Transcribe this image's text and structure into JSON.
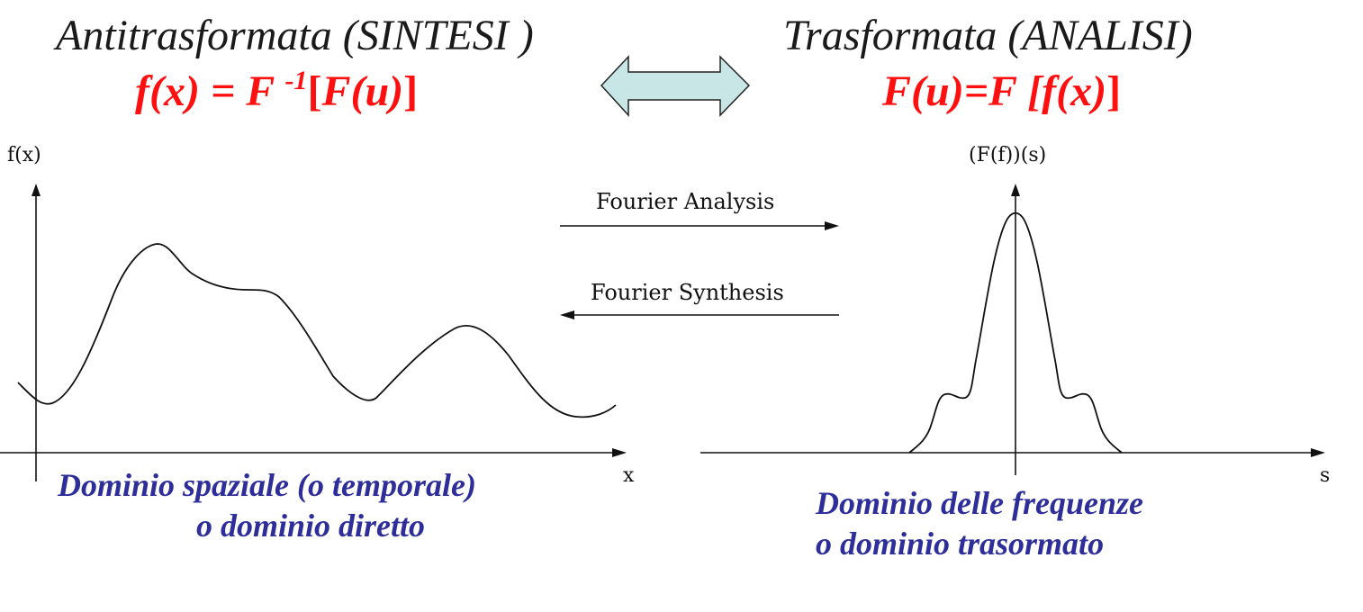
{
  "titles": {
    "left": "Antitrasformata (SINTESI )",
    "right": "Trasformata (ANALISI)"
  },
  "formulas": {
    "left_a": "f(x) = F ",
    "left_sup": "-1",
    "left_b": "[",
    "left_c": "F(u)",
    "left_d": "]",
    "right_a": "F(u)",
    "right_b": "=F [",
    "right_c": "f(x)",
    "right_d": "]"
  },
  "left_plot": {
    "y_label": "f(x)",
    "x_label": "x",
    "caption_line1": "Dominio spaziale (o temporale)",
    "caption_line2": "o dominio diretto"
  },
  "right_plot": {
    "y_label": "(F(f))(s)",
    "x_label": "s",
    "caption_line1": "Dominio delle frequenze",
    "caption_line2": "o dominio trasormato"
  },
  "arrows": {
    "analysis_label": "Fourier Analysis",
    "synthesis_label": "Fourier Synthesis"
  },
  "colors": {
    "formula": "#ff1010",
    "caption": "#2e2e9a",
    "double_arrow_fill": "#c9e6e6",
    "curve": "#111111"
  }
}
